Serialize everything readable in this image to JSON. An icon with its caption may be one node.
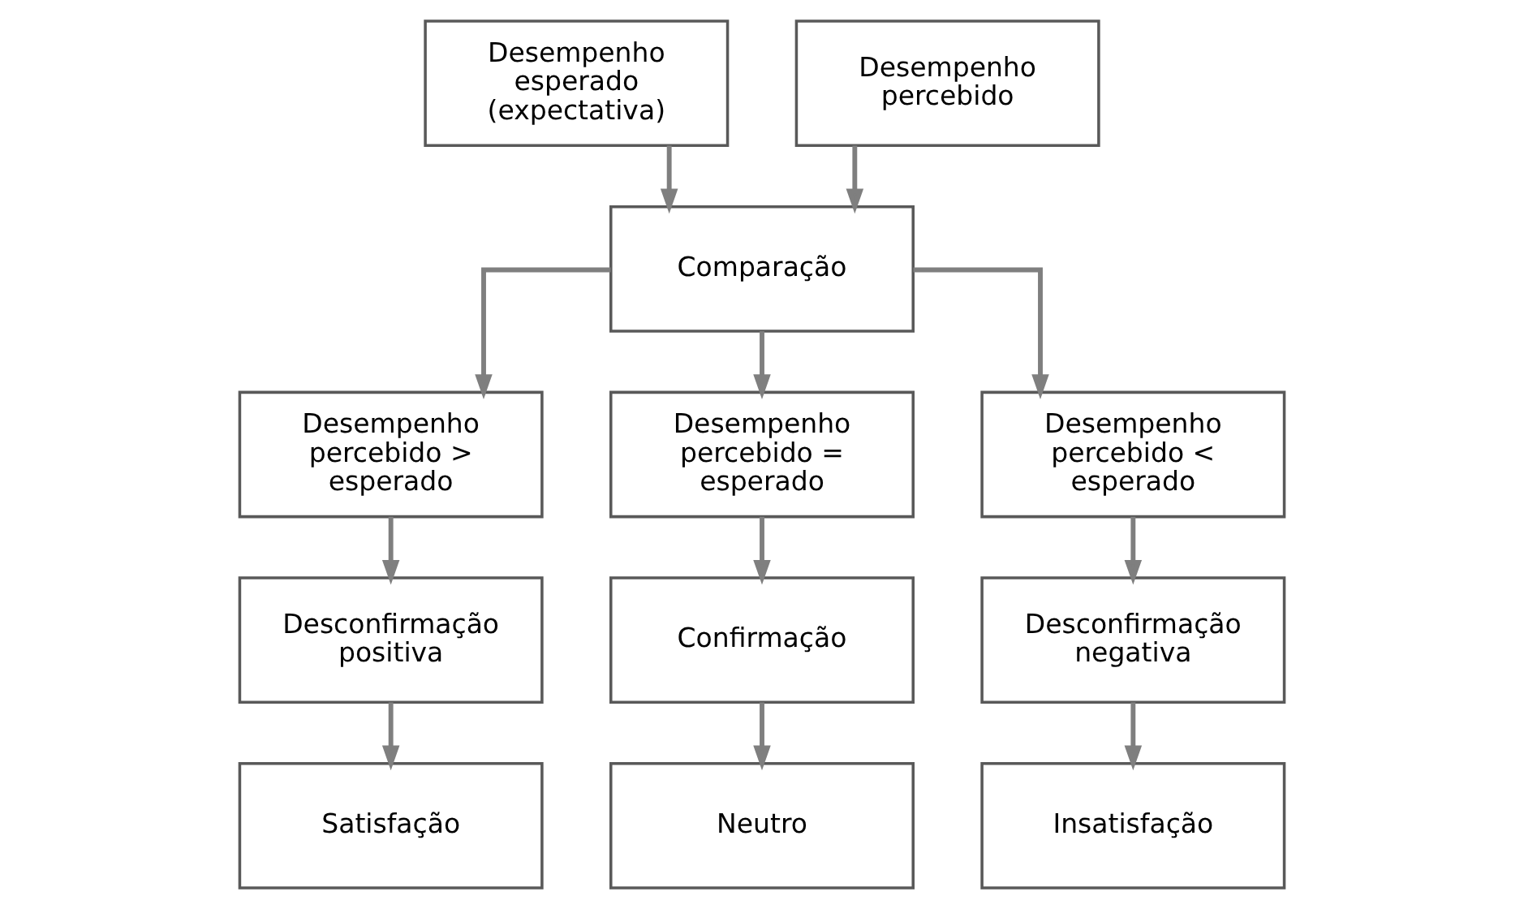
{
  "diagram": {
    "nodes": [
      {
        "text": [
          "Desempenho esperado (expectativa)"
        ]
      },
      {
        "text": [
          "Desempenho percebido"
        ]
      },
      {
        "text": [
          "Comparação"
        ]
      },
      {
        "text": [
          "Desempenho percebido > esperado"
        ]
      },
      {
        "text": [
          "Desempenho percebido = esperado"
        ]
      },
      {
        "text": [
          "Desempenho percebido < esperado"
        ]
      },
      {
        "text": [
          "Desconfirmação positiva"
        ]
      },
      {
        "text": [
          "Confirmação"
        ]
      },
      {
        "text": [
          "Desconfirmação negativa"
        ]
      },
      {
        "text": [
          "Satisfação"
        ]
      },
      {
        "text": [
          "Neutro"
        ]
      },
      {
        "text": [
          "Insatisfação"
        ]
      }
    ],
    "edges": [
      {
        "from": 0,
        "to": 2,
        "arrow": "to"
      },
      {
        "from": 1,
        "to": 2,
        "arrow": "to"
      },
      {
        "from": 2,
        "to": 3,
        "arrow": "to"
      },
      {
        "from": 2,
        "to": 4,
        "arrow": "to"
      },
      {
        "from": 2,
        "to": 5,
        "arrow": "to"
      },
      {
        "from": 3,
        "to": 6,
        "arrow": "to"
      },
      {
        "from": 4,
        "to": 7,
        "arrow": "to"
      },
      {
        "from": 5,
        "to": 8,
        "arrow": "to"
      },
      {
        "from": 6,
        "to": 9,
        "arrow": "to"
      },
      {
        "from": 7,
        "to": 10,
        "arrow": "to"
      },
      {
        "from": 8,
        "to": 11,
        "arrow": "to"
      }
    ]
  }
}
